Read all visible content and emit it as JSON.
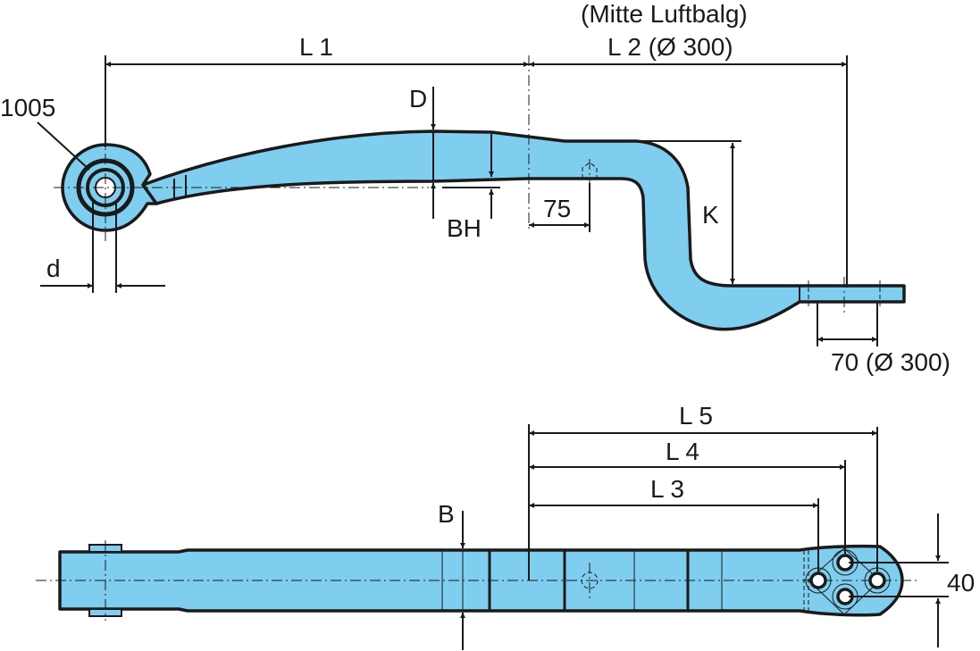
{
  "title": "Leaf spring drawing",
  "colors": {
    "part_fill": "#7fcdef",
    "outline": "#1a1a1a"
  },
  "side_view": {
    "label_mitte": "(Mitte Luftbalg)",
    "label_l2": "L 2 (Ø 300)",
    "label_l1": "L 1",
    "label_1005": "1005",
    "label_d_upper": "D",
    "label_bh": "BH",
    "label_75": "75",
    "label_k": "K",
    "label_d_lower": "d",
    "label_70": "70 (Ø 300)"
  },
  "top_view": {
    "label_l5": "L 5",
    "label_l4": "L 4",
    "label_l3": "L 3",
    "label_b": "B",
    "label_40": "40"
  }
}
